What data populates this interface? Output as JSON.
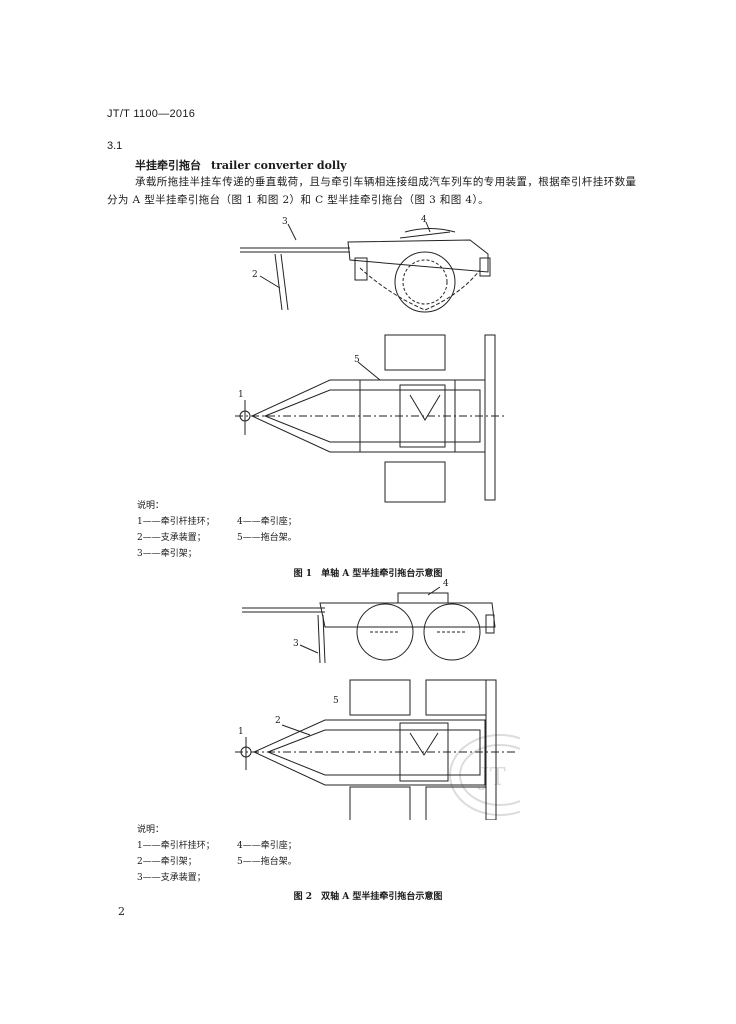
{
  "header": {
    "standard_no": "JT/T 1100—2016"
  },
  "clause": {
    "number": "3.1"
  },
  "term": {
    "zh": "半挂牵引拖台",
    "en": "trailer converter dolly"
  },
  "definition": "承载所拖挂半挂车传递的垂直载荷，且与牵引车辆相连接组成汽车列车的专用装置，根据牵引杆挂环数量分为 A 型半挂牵引拖台（图 1 和图 2）和 C 型半挂牵引拖台（图 3 和图 4）。",
  "figure1": {
    "callouts": [
      "1",
      "2",
      "3",
      "4",
      "5"
    ],
    "legend_title": "说明：",
    "legend": [
      [
        "1——牵引杆挂环；",
        "4——牵引座；"
      ],
      [
        "2——支承装置；",
        "5——拖台架。"
      ],
      [
        "3——牵引架；",
        ""
      ]
    ],
    "caption": "图 1　单轴 A 型半挂牵引拖台示意图"
  },
  "figure2": {
    "callouts": [
      "1",
      "2",
      "3",
      "4",
      "5"
    ],
    "legend_title": "说明：",
    "legend": [
      [
        "1——牵引杆挂环；",
        "4——牵引座；"
      ],
      [
        "2——牵引架；",
        "5——拖台架。"
      ],
      [
        "3——支承装置；",
        ""
      ]
    ],
    "caption": "图 2　双轴 A 型半挂牵引拖台示意图",
    "watermark": "JT"
  },
  "page_number": "2"
}
